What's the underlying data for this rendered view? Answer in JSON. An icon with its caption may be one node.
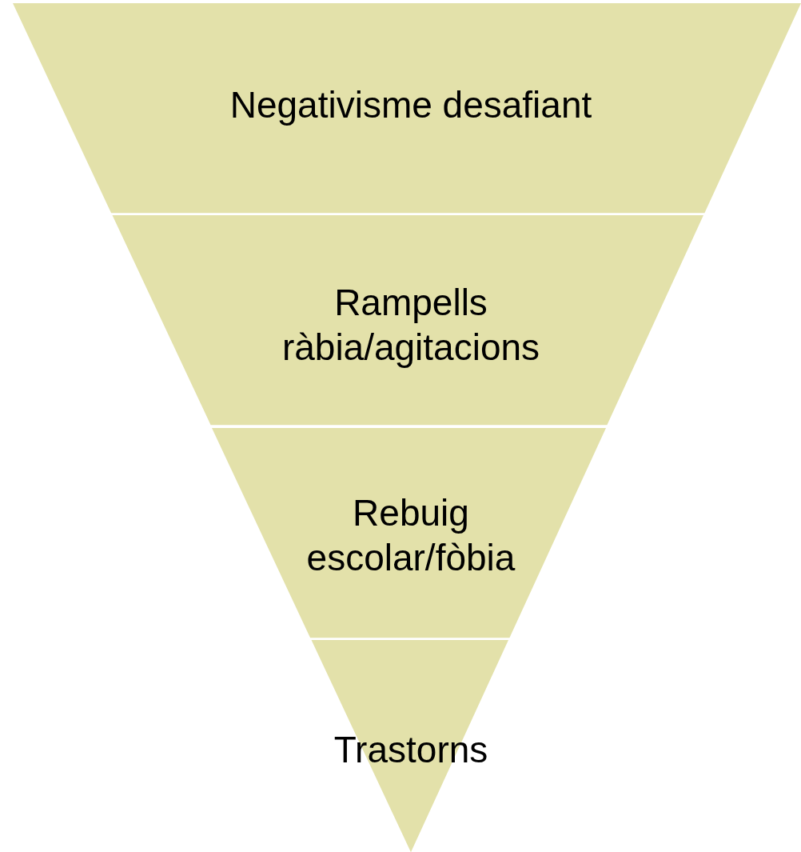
{
  "diagram": {
    "nodes": [
      {
        "text": [
          "Negativisme desafiant"
        ]
      },
      {
        "text": [
          "Rampells ràbia/agitacions"
        ]
      },
      {
        "text": [
          "Rebuig escolar/fòbia"
        ]
      },
      {
        "text": [
          "Trastorns"
        ]
      }
    ]
  }
}
